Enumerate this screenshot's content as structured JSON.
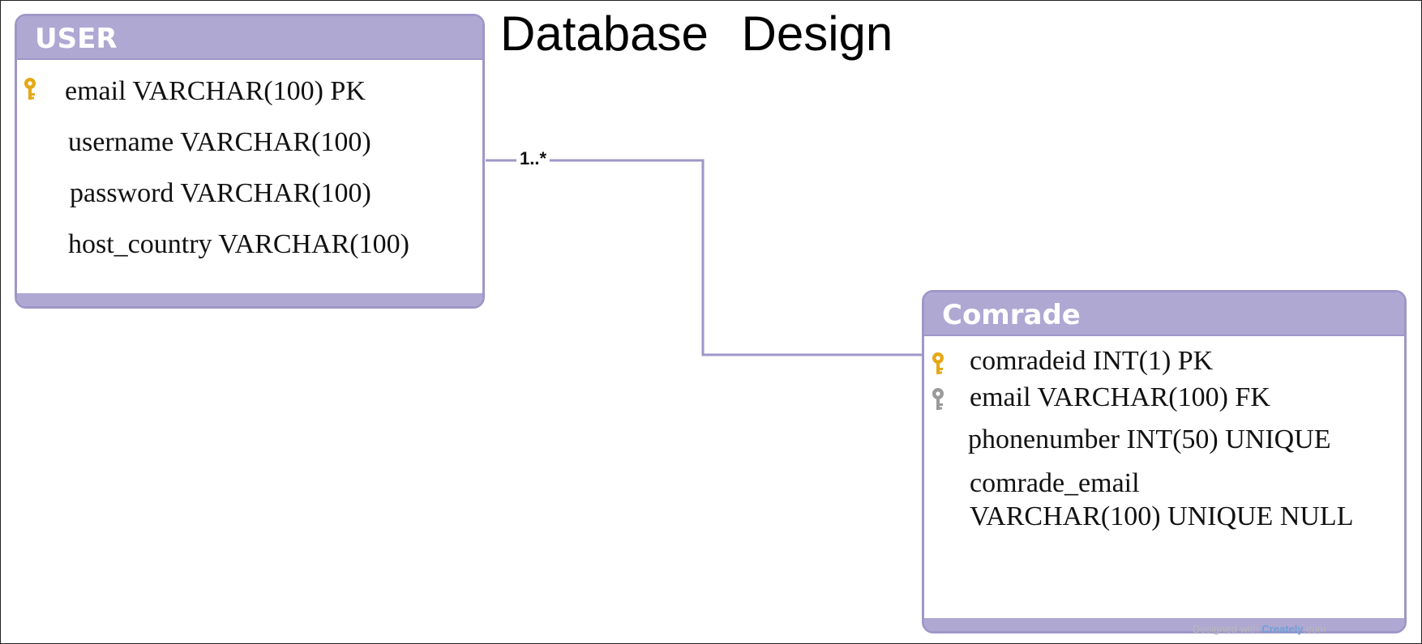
{
  "title": "Database   Design",
  "entities": {
    "user": {
      "name": "USER",
      "attributes": [
        "email VARCHAR(100) PK",
        "username VARCHAR(100)",
        "password VARCHAR(100)",
        "host_country VARCHAR(100)"
      ]
    },
    "comrade": {
      "name": "Comrade",
      "attributes": [
        "comradeid INT(1) PK",
        "email VARCHAR(100) FK",
        "phonenumber INT(50) UNIQUE",
        "comrade_email",
        "VARCHAR(100) UNIQUE NULL"
      ]
    }
  },
  "relationship": {
    "multiplicity": "1..*"
  },
  "icons": {
    "primary_key": "key-icon-gold",
    "foreign_key": "key-icon-gray"
  },
  "colors": {
    "header": "#aea8d3",
    "border": "#9f96c8",
    "primary_key": "#e6a817",
    "foreign_key": "#9a9a9a"
  },
  "watermark": {
    "prefix": "Designed with",
    "brand": "Creately",
    "suffix": ".com"
  }
}
